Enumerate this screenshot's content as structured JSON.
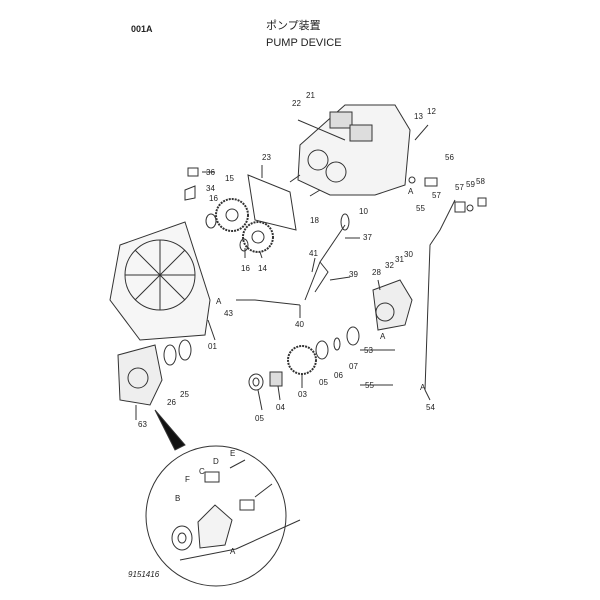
{
  "header": {
    "page_code": "001A",
    "title_jp": "ポンプ装置",
    "title_en": "PUMP DEVICE"
  },
  "callouts": [
    "21",
    "22",
    "12",
    "13",
    "23",
    "36",
    "34",
    "15",
    "16",
    "56",
    "57",
    "59",
    "58",
    "57",
    "55",
    "A",
    "18",
    "10",
    "16",
    "14",
    "37",
    "41",
    "39",
    "28",
    "32",
    "31",
    "30",
    "43",
    "A",
    "40",
    "01",
    "53",
    "A",
    "55",
    "A",
    "54",
    "05",
    "04",
    "03",
    "05",
    "06",
    "07",
    "26",
    "25",
    "63",
    "F",
    "C",
    "D",
    "E",
    "B",
    "A"
  ],
  "drawing_number": "9151416"
}
